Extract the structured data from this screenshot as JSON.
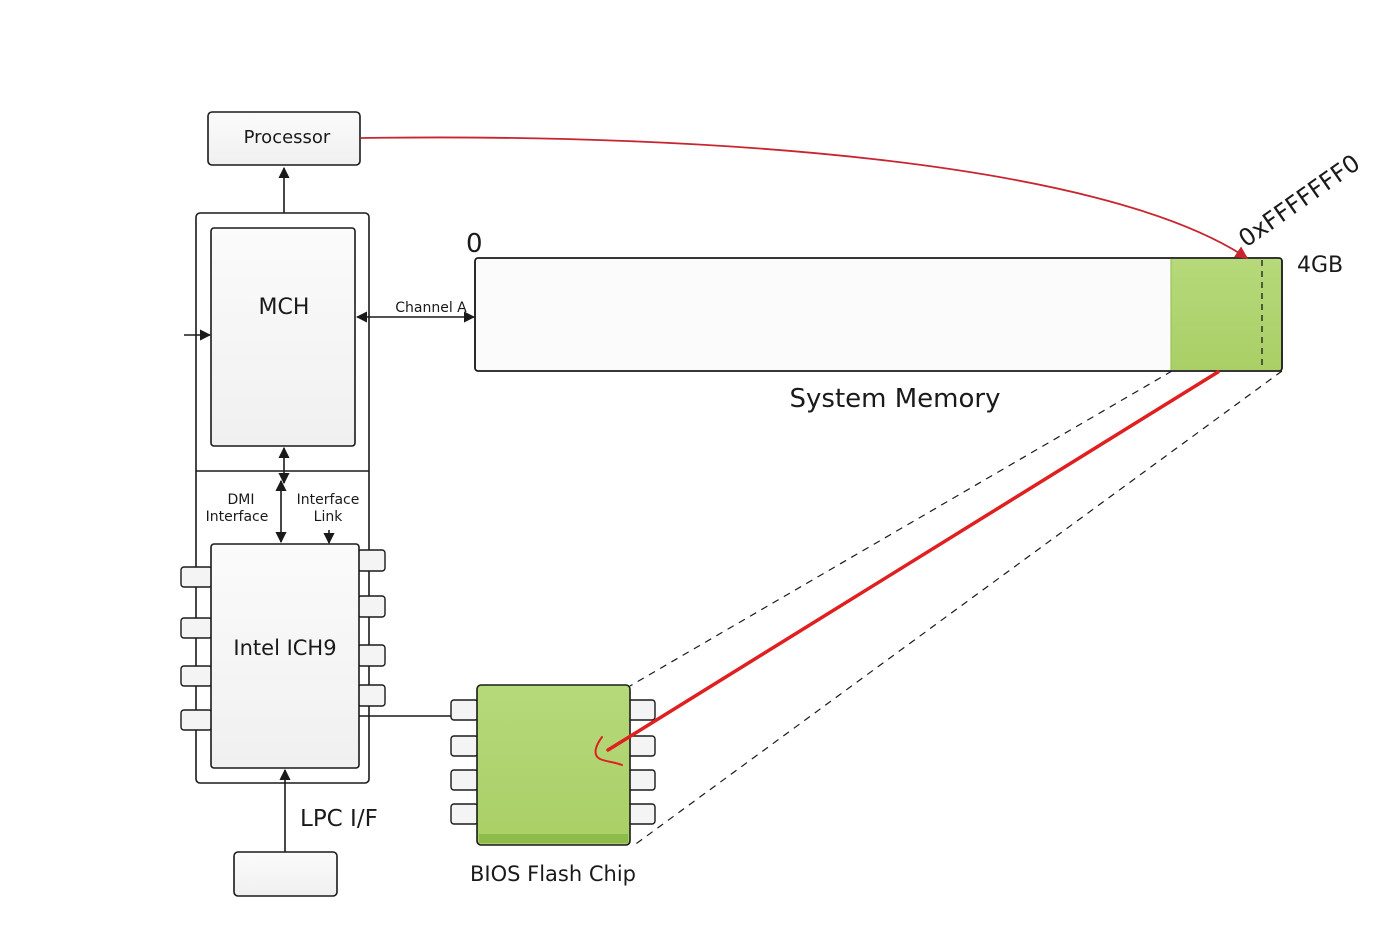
{
  "diagram": {
    "nodes": {
      "processor": {
        "label": "Processor"
      },
      "mch": {
        "label": "MCH"
      },
      "ich9": {
        "label": "Intel ICH9"
      },
      "system_memory": {
        "label": "System Memory",
        "start_label": "0",
        "end_label": "4GB"
      },
      "bios_flash": {
        "label": "BIOS Flash Chip"
      },
      "lpc_device": {
        "label": ""
      }
    },
    "edges": {
      "channel_a": {
        "label": "Channel A"
      },
      "dmi": {
        "label_line1": "DMI",
        "label_line2": "Interface"
      },
      "interface_link": {
        "label_line1": "Interface",
        "label_line2": "Link"
      },
      "lpc": {
        "label": "LPC I/F"
      }
    },
    "annotations": {
      "reset_vector": "0xFFFFFFF0"
    },
    "colors": {
      "bios_region": "#b2d570",
      "bios_region_edge": "#7fae3c",
      "arrow_red": "#e02020",
      "curve_red": "#c8252f",
      "box_fill": "#f6f6f6",
      "stroke": "#1a1a1a"
    }
  }
}
